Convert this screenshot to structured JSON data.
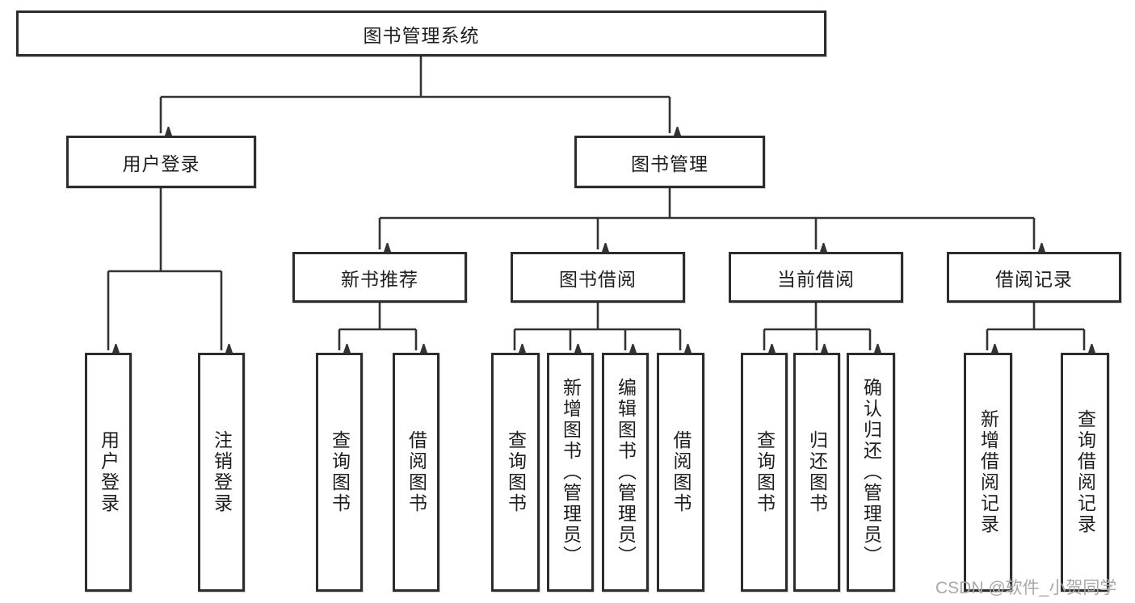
{
  "tree": {
    "root": {
      "label": "图书管理系统"
    },
    "branches": [
      {
        "label": "用户登录",
        "children": [
          {
            "label": "用户登录"
          },
          {
            "label": "注销登录"
          }
        ]
      },
      {
        "label": "图书管理",
        "children": [
          {
            "label": "新书推荐",
            "children": [
              {
                "label": "查询图书"
              },
              {
                "label": "借阅图书"
              }
            ]
          },
          {
            "label": "图书借阅",
            "children": [
              {
                "label": "查询图书"
              },
              {
                "label": "新增图书（管理员）"
              },
              {
                "label": "编辑图书（管理员）"
              },
              {
                "label": "借阅图书"
              }
            ]
          },
          {
            "label": "当前借阅",
            "children": [
              {
                "label": "查询图书"
              },
              {
                "label": "归还图书"
              },
              {
                "label": "确认归还（管理员）"
              }
            ]
          },
          {
            "label": "借阅记录",
            "children": [
              {
                "label": "新增借阅记录"
              },
              {
                "label": "查询借阅记录"
              }
            ]
          }
        ]
      }
    ]
  },
  "watermark": {
    "text": "CSDN @软件_小贺同学"
  },
  "colors": {
    "line": "#333333",
    "box_border": "#2d2d2d",
    "text": "#1e1e1e",
    "watermark": "#a8a8a8",
    "background": "#ffffff"
  }
}
